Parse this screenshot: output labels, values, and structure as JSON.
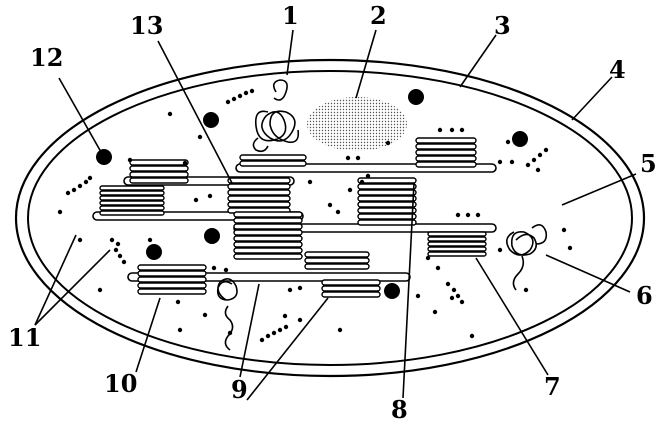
{
  "diagram": {
    "callouts": [
      {
        "id": "1",
        "text": "1"
      },
      {
        "id": "2",
        "text": "2"
      },
      {
        "id": "3",
        "text": "3"
      },
      {
        "id": "4",
        "text": "4"
      },
      {
        "id": "5",
        "text": "5"
      },
      {
        "id": "6",
        "text": "6"
      },
      {
        "id": "7",
        "text": "7"
      },
      {
        "id": "8",
        "text": "8"
      },
      {
        "id": "9",
        "text": "9"
      },
      {
        "id": "10",
        "text": "10"
      },
      {
        "id": "11",
        "text": "11"
      },
      {
        "id": "12",
        "text": "12"
      },
      {
        "id": "13",
        "text": "13"
      }
    ],
    "colors": {
      "ink": "#000000",
      "background": "#ffffff",
      "starch_fill": "#cfcfcf"
    }
  }
}
